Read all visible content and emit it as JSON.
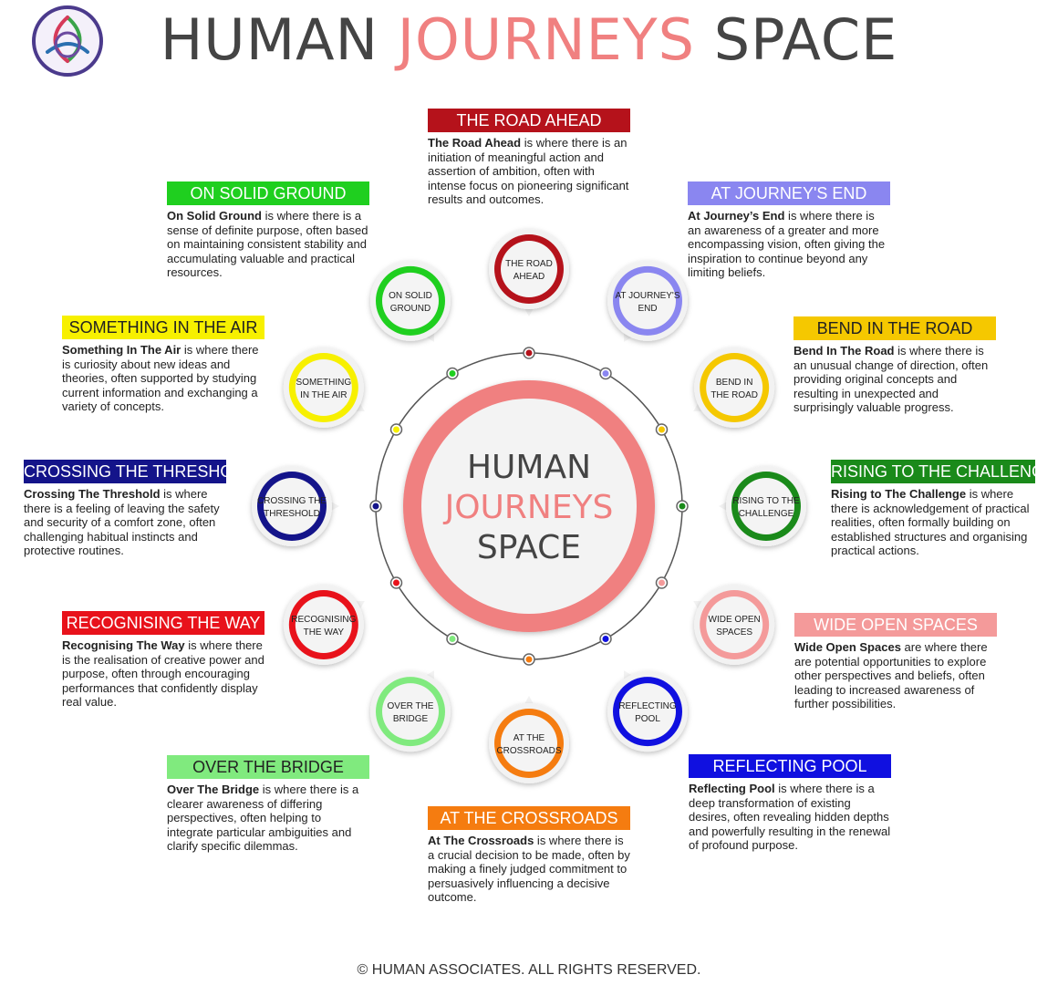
{
  "title": {
    "part1": "HUMAN ",
    "part2": "JOURNEYS",
    "part3": " SPACE",
    "color_dark": "#444444",
    "color_accent": "#f08080"
  },
  "center": {
    "line1": "HUMAN",
    "line2": "JOURNEYS",
    "line3": "SPACE",
    "ring_color": "#f08080"
  },
  "logo": {
    "icon": "triquetra-knot-icon",
    "ring_color": "#4b3a8c"
  },
  "footer": "© HUMAN ASSOCIATES. ALL RIGHTS RESERVED.",
  "spaces": [
    {
      "id": "road-ahead",
      "circle": [
        "THE ROAD",
        "AHEAD"
      ],
      "color": "#b5121b",
      "header": "THE ROAD AHEAD",
      "bold": "The Road Ahead",
      "rest": " is where there is an initiation of meaningful action and assertion of ambition, often with intense focus on pioneering significant results and outcomes."
    },
    {
      "id": "at-journeys-end",
      "circle": [
        "AT JOURNEY'S",
        "END"
      ],
      "color": "#8a86f0",
      "header": "AT JOURNEY'S END",
      "bold": "At Journey’s End",
      "rest": " is where there is an awareness of a greater and more encompassing vision, often giving the inspiration to continue beyond any limiting beliefs."
    },
    {
      "id": "bend-in-the-road",
      "circle": [
        "BEND IN",
        "THE ROAD"
      ],
      "color": "#f5c800",
      "header": "BEND IN THE ROAD",
      "bold": "Bend In The Road",
      "rest": " is where there is an unusual change of direction, often providing original concepts and resulting in unexpected and surprisingly valuable progress."
    },
    {
      "id": "rising-to-the-challenge",
      "circle": [
        "RISING TO THE",
        "CHALLENGE"
      ],
      "color": "#1a8a1a",
      "header": "RISING TO THE CHALLENGE",
      "bold": "Rising to The Challenge",
      "rest": " is where there is acknowledgement of practical realities, often formally building on established structures and organising practical actions."
    },
    {
      "id": "wide-open-spaces",
      "circle": [
        "WIDE OPEN",
        "SPACES"
      ],
      "color": "#f49a9a",
      "header": "WIDE OPEN SPACES",
      "bold": "Wide Open Spaces",
      "rest": " are where there are potential opportunities to explore other perspectives and beliefs, often leading to increased awareness of further possibilities."
    },
    {
      "id": "reflecting-pool",
      "circle": [
        "REFLECTING",
        "POOL"
      ],
      "color": "#1010e0",
      "header": "REFLECTING POOL",
      "bold": "Reflecting Pool",
      "rest": " is where there is a deep transformation of existing desires, often revealing hidden depths and powerfully resulting in the renewal of profound purpose."
    },
    {
      "id": "at-the-crossroads",
      "circle": [
        "AT THE",
        "CROSSROADS"
      ],
      "color": "#f57c10",
      "header": "AT THE CROSSROADS",
      "bold": "At The Crossroads",
      "rest": " is where there is a crucial decision to be made, often by making a finely judged commitment to persuasively influencing a decisive outcome."
    },
    {
      "id": "over-the-bridge",
      "circle": [
        "OVER THE",
        "BRIDGE"
      ],
      "color": "#80ea7e",
      "header": "OVER THE BRIDGE",
      "bold": "Over The Bridge",
      "rest": " is where there is a clearer awareness of differing perspectives, often helping to integrate particular ambiguities and clarify specific dilemmas."
    },
    {
      "id": "recognising-the-way",
      "circle": [
        "RECOGNISING",
        "THE WAY"
      ],
      "color": "#e8121b",
      "header": "RECOGNISING THE WAY",
      "bold": "Recognising The Way",
      "rest": " is where there is the realisation of creative power and purpose, often through encouraging performances that confidently display real value."
    },
    {
      "id": "crossing-the-threshold",
      "circle": [
        "CROSSING THE",
        "THRESHOLD"
      ],
      "color": "#14148a",
      "header": "CROSSING THE THRESHOLD",
      "bold": "Crossing The Threshold",
      "rest": " is where there is a feeling of leaving the safety and security of a comfort zone, often challenging habitual instincts and protective routines."
    },
    {
      "id": "something-in-the-air",
      "circle": [
        "SOMETHING",
        "IN THE AIR"
      ],
      "color": "#f7f000",
      "header": "SOMETHING IN THE AIR",
      "bold": "Something In The Air",
      "rest": " is where there is curiosity about new ideas and theories, often supported by studying current information and exchanging a variety of concepts."
    },
    {
      "id": "on-solid-ground",
      "circle": [
        "ON SOLID",
        "GROUND"
      ],
      "color": "#1fcf1f",
      "header": "ON SOLID GROUND",
      "bold": "On Solid Ground",
      "rest": " is where there is a sense of definite purpose, often based on maintaining consistent stability and accumulating valuable and practical resources."
    }
  ]
}
